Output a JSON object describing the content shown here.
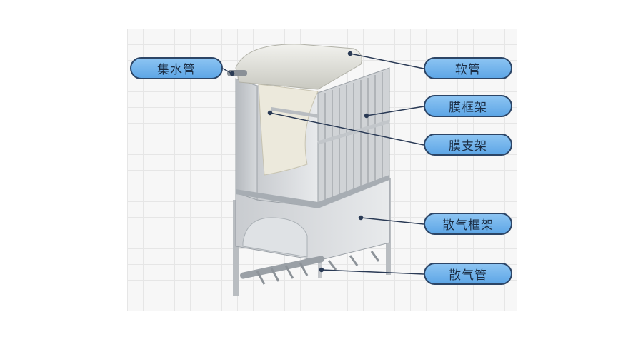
{
  "labels": {
    "collector_pipe": "集水管",
    "hose": "软管",
    "membrane_frame": "膜框架",
    "membrane_support": "膜支架",
    "aeration_frame": "散气框架",
    "aeration_pipe": "散气管"
  },
  "colors": {
    "pill_fill": "#6aaee8",
    "pill_border": "#2c4566",
    "leader_line": "#2a3a55"
  }
}
